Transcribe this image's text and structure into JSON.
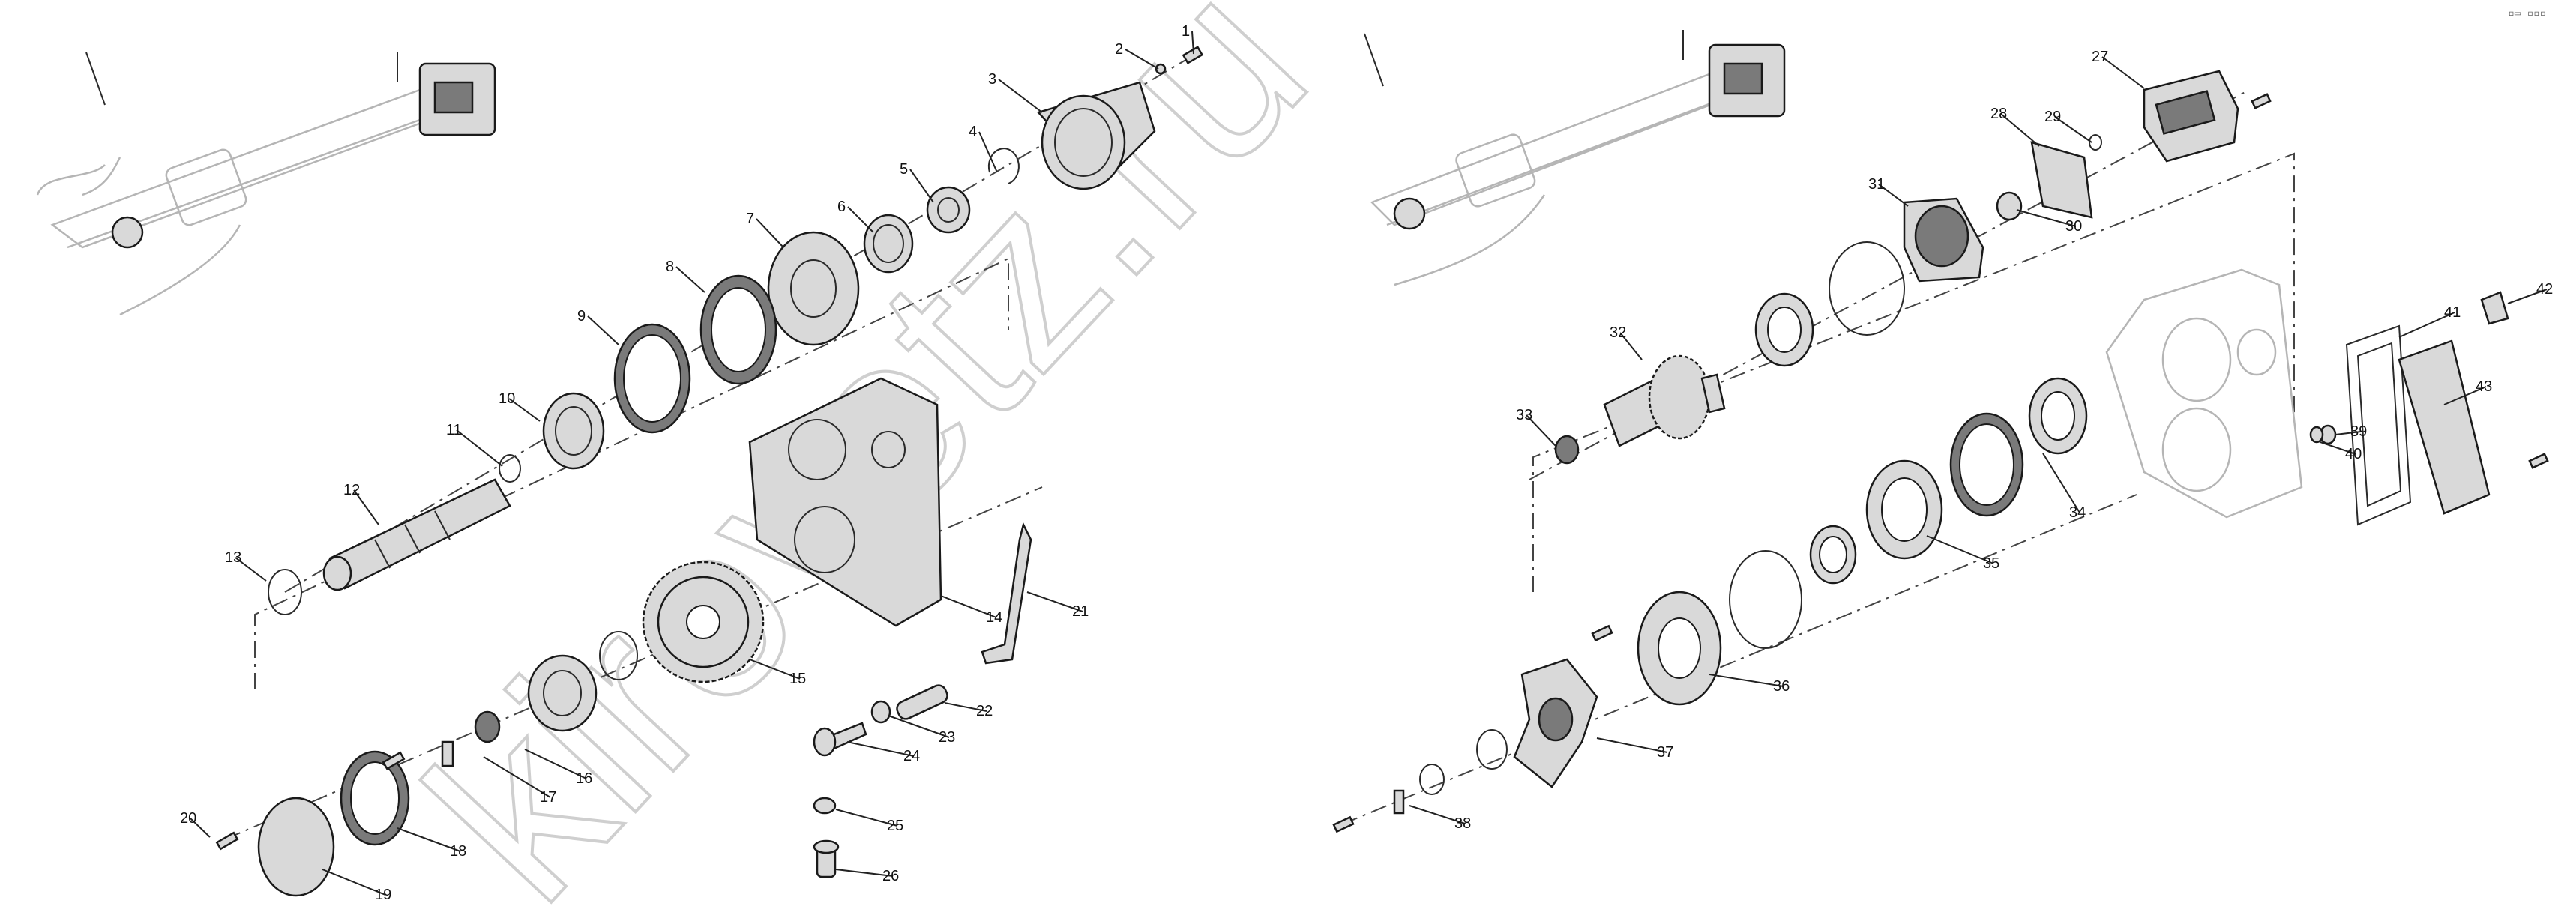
{
  "watermark": "kirovetz.ru",
  "corner_mark": "▫▭ ▫▫▫",
  "callouts": [
    "1",
    "2",
    "3",
    "4",
    "5",
    "6",
    "7",
    "8",
    "9",
    "10",
    "11",
    "12",
    "13",
    "14",
    "15",
    "16",
    "17",
    "18",
    "19",
    "20",
    "21",
    "22",
    "23",
    "24",
    "25",
    "26",
    "27",
    "28",
    "29",
    "30",
    "31",
    "32",
    "33",
    "34",
    "35",
    "36",
    "37",
    "38",
    "39",
    "40",
    "41",
    "42",
    "43"
  ],
  "colors": {
    "part_fill": "#d9d9d9",
    "line": "#1a1a1a",
    "ghost": "#b5b5b5",
    "watermark": "#cfcfcf"
  },
  "icons": [
    "tractor-axle-overview",
    "gearbox-housing",
    "gear",
    "bearing",
    "shaft",
    "seal",
    "cover-plate"
  ]
}
